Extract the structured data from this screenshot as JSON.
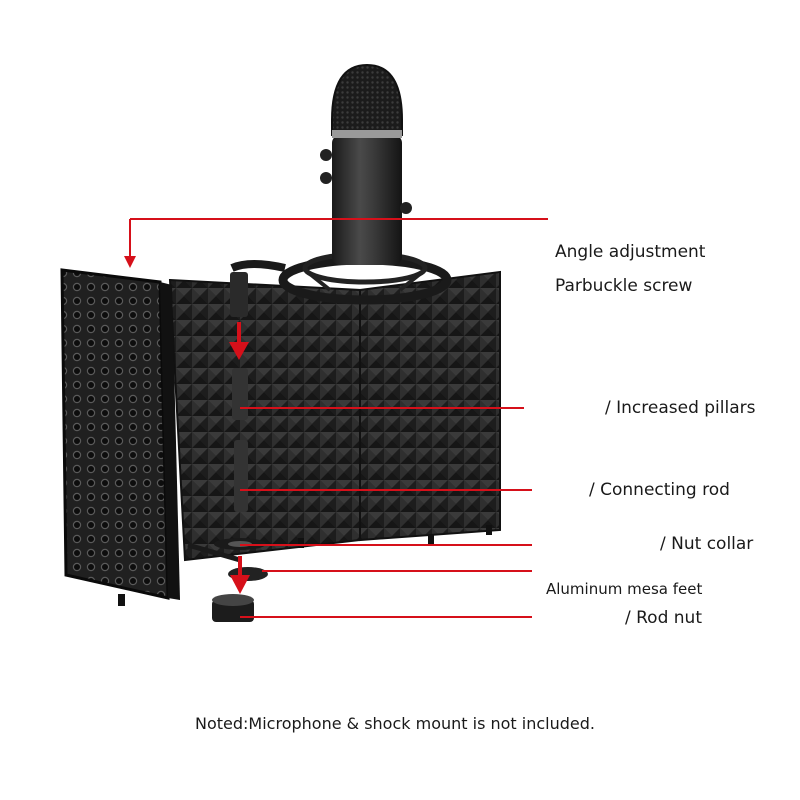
{
  "labels": {
    "angle_adjustment": "Angle adjustment",
    "parbuckle_screw": "Parbuckle screw",
    "increased_pillars": "/ Increased pillars",
    "connecting_rod": "/ Connecting rod",
    "nut_collar": "/ Nut collar",
    "aluminum_feet": "Aluminum mesa feet",
    "rod_nut": "/ Rod nut"
  },
  "note": "Noted:Microphone & shock mount is not included.",
  "colors": {
    "leader_line": "#d6101a",
    "foam": "#2b2b2b",
    "panel": "#1c1c1c",
    "mic_body": "#2a2a2a"
  }
}
